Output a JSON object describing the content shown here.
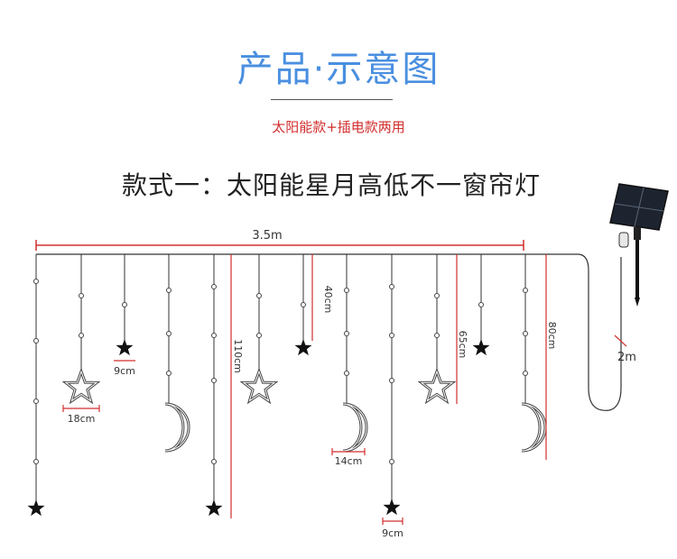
{
  "header": {
    "title": "产品·示意图",
    "subtitle": "太阳能款+插电款两用",
    "style_heading": "款式一：太阳能星月高低不一窗帘灯"
  },
  "dimensions": {
    "total_width": "3.5m",
    "cable_length": "2m",
    "star_small": "9cm",
    "star_outline": "18cm",
    "moon": "14cm",
    "drop_40": "40cm",
    "drop_65": "65cm",
    "drop_80": "80cm",
    "drop_110": "110cm",
    "star_bottom": "9cm"
  },
  "colors": {
    "title_blue": "#4a8fe0",
    "accent_red": "#d22e2e",
    "wire": "#333333"
  }
}
